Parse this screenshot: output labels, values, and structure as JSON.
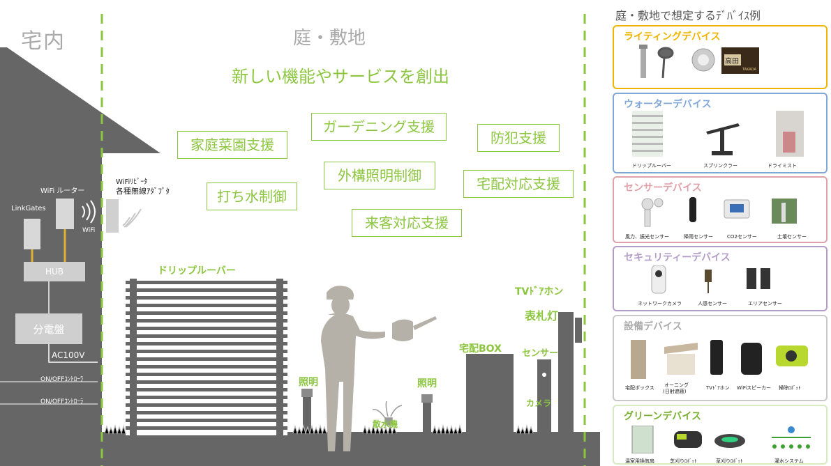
{
  "zones": {
    "indoor": "宅内",
    "garden": "庭・敷地"
  },
  "headline": "新しい機能やサービスを創出",
  "services": [
    "家庭菜園支援",
    "ガーデニング支援",
    "防犯支援",
    "外構照明制御",
    "宅配対応支援",
    "打ち水制御",
    "来客対応支援"
  ],
  "house": {
    "wifi_router": "WiFi ルーター",
    "linkgates": "LinkGates",
    "wifi": "WiFi",
    "hub": "HUB",
    "panel": "分電盤",
    "ac": "AC100V",
    "onoff_1": "ON/OFFｺﾝﾄﾛｰﾗ",
    "onoff_2": "ON/OFFｺﾝﾄﾛｰﾗ"
  },
  "repeater": {
    "line1": "WiFiﾘﾋﾟｰﾀ",
    "line2": "各種無線ｱﾀﾞﾌﾟﾀ"
  },
  "garden_labels": {
    "drip_louver": "ドリップルーバー",
    "light_1": "照明",
    "light_2": "照明",
    "sprinkler": "散水機",
    "delivery_box": "宅配BOX",
    "sensor": "センサー",
    "camera": "カメラ",
    "tv_door": "TVﾄﾞｱホン",
    "nameplate": "表札灯"
  },
  "sidebar": {
    "title": "庭・敷地で想定するﾃﾞﾊﾞｲｽ例",
    "panels": [
      {
        "title": "ライティングデバイス",
        "color": "#f0b400",
        "captions": []
      },
      {
        "title": "ウォーターデバイス",
        "color": "#7fa7d8",
        "captions": [
          "ドリップルーバー",
          "スプリンクラー",
          "ドライミスト"
        ]
      },
      {
        "title": "センサーデバイス",
        "color": "#e0a0a8",
        "captions": [
          "風力、振光センサー",
          "降雨センサー",
          "CO2センサー",
          "土壌センサー"
        ]
      },
      {
        "title": "セキュリティーデバイス",
        "color": "#b29cc8",
        "captions": [
          "ネットワークカメラ",
          "人感センサー",
          "エリアセンサー"
        ]
      },
      {
        "title": "設備デバイス",
        "color": "#c8c8c8",
        "captions": [
          "宅配ボックス",
          "オーニング",
          "(日射遮蔽)",
          "TVﾄﾞｱホン",
          "WiFiスピーカー",
          "掃除ﾛﾎﾞｯﾄ"
        ]
      },
      {
        "title": "グリーンデバイス",
        "color": "#d6ecc0",
        "captions": [
          "温室用換気扇",
          "芝刈りﾛﾎﾞｯﾄ",
          "草刈りﾛﾎﾞｯﾄ",
          "灌水システム"
        ]
      }
    ]
  },
  "nameplate_text": {
    "kanji": "高田",
    "roman": "TAKADA"
  }
}
